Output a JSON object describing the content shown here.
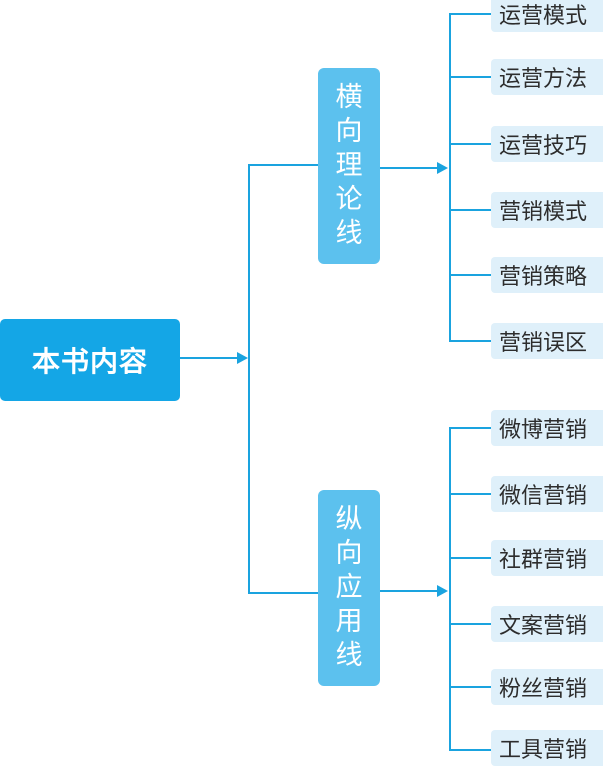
{
  "colors": {
    "line": "#1aa3df",
    "root_box": "#14a6e6",
    "branch_box": "#5cc1ee",
    "leaf_box": "#dff0fa"
  },
  "root": {
    "label": "本书内容"
  },
  "branches": [
    {
      "label_chars": [
        "横",
        "向",
        "理",
        "论",
        "线"
      ],
      "leaves": [
        "运营模式",
        "运营方法",
        "运营技巧",
        "营销模式",
        "营销策略",
        "营销误区"
      ]
    },
    {
      "label_chars": [
        "纵",
        "向",
        "应",
        "用",
        "线"
      ],
      "leaves": [
        "微博营销",
        "微信营销",
        "社群营销",
        "文案营销",
        "粉丝营销",
        "工具营销"
      ]
    }
  ]
}
